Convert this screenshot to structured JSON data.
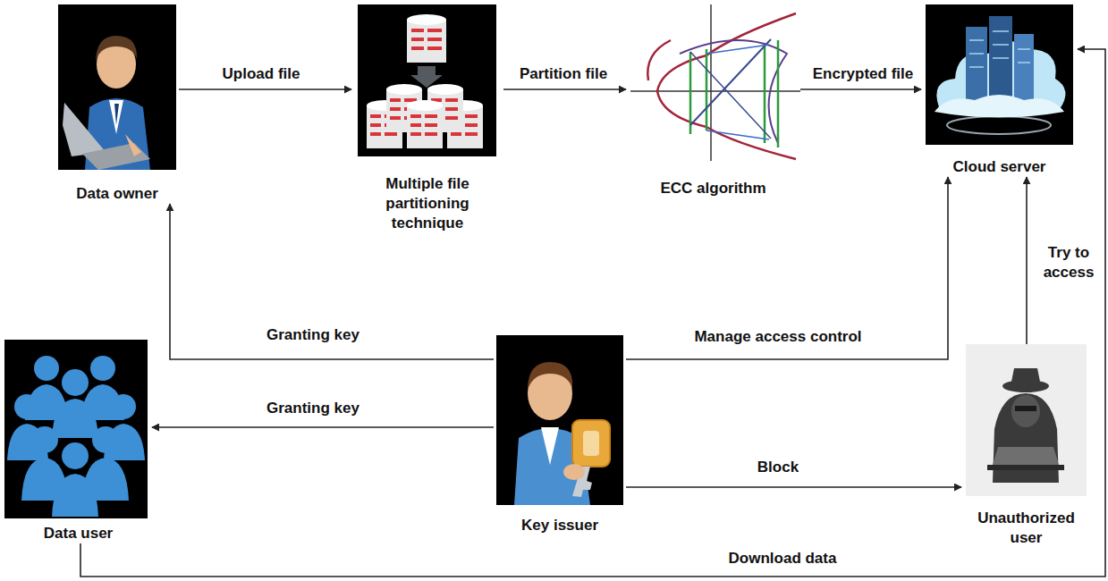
{
  "diagram": {
    "nodes": [
      {
        "text": [
          "Data owner"
        ]
      },
      {
        "text": [
          "Multiple file partitioning technique"
        ]
      },
      {
        "text": [
          "ECC algorithm"
        ]
      },
      {
        "text": [
          "Cloud server"
        ]
      },
      {
        "text": [
          "Data user"
        ]
      },
      {
        "text": [
          "Key issuer"
        ]
      },
      {
        "text": [
          "Unauthorized user"
        ]
      }
    ],
    "edges": [
      {
        "from": 0,
        "to": 1,
        "label": "Upload file",
        "arrow": "to"
      },
      {
        "from": 1,
        "to": 2,
        "label": "Partition file",
        "arrow": "to"
      },
      {
        "from": 2,
        "to": 3,
        "label": "Encrypted file",
        "arrow": "to"
      },
      {
        "from": 5,
        "to": 0,
        "label": "Granting key",
        "arrow": "to"
      },
      {
        "from": 5,
        "to": 3,
        "label": "Manage access control",
        "arrow": "to"
      },
      {
        "from": 5,
        "to": 4,
        "label": "Granting key",
        "arrow": "to"
      },
      {
        "from": 5,
        "to": 6,
        "label": "Block",
        "arrow": "to"
      },
      {
        "from": 6,
        "to": 3,
        "label": "Try to access",
        "arrow": "to"
      },
      {
        "from": 4,
        "to": 3,
        "label": "Download data",
        "arrow": "to"
      }
    ]
  }
}
